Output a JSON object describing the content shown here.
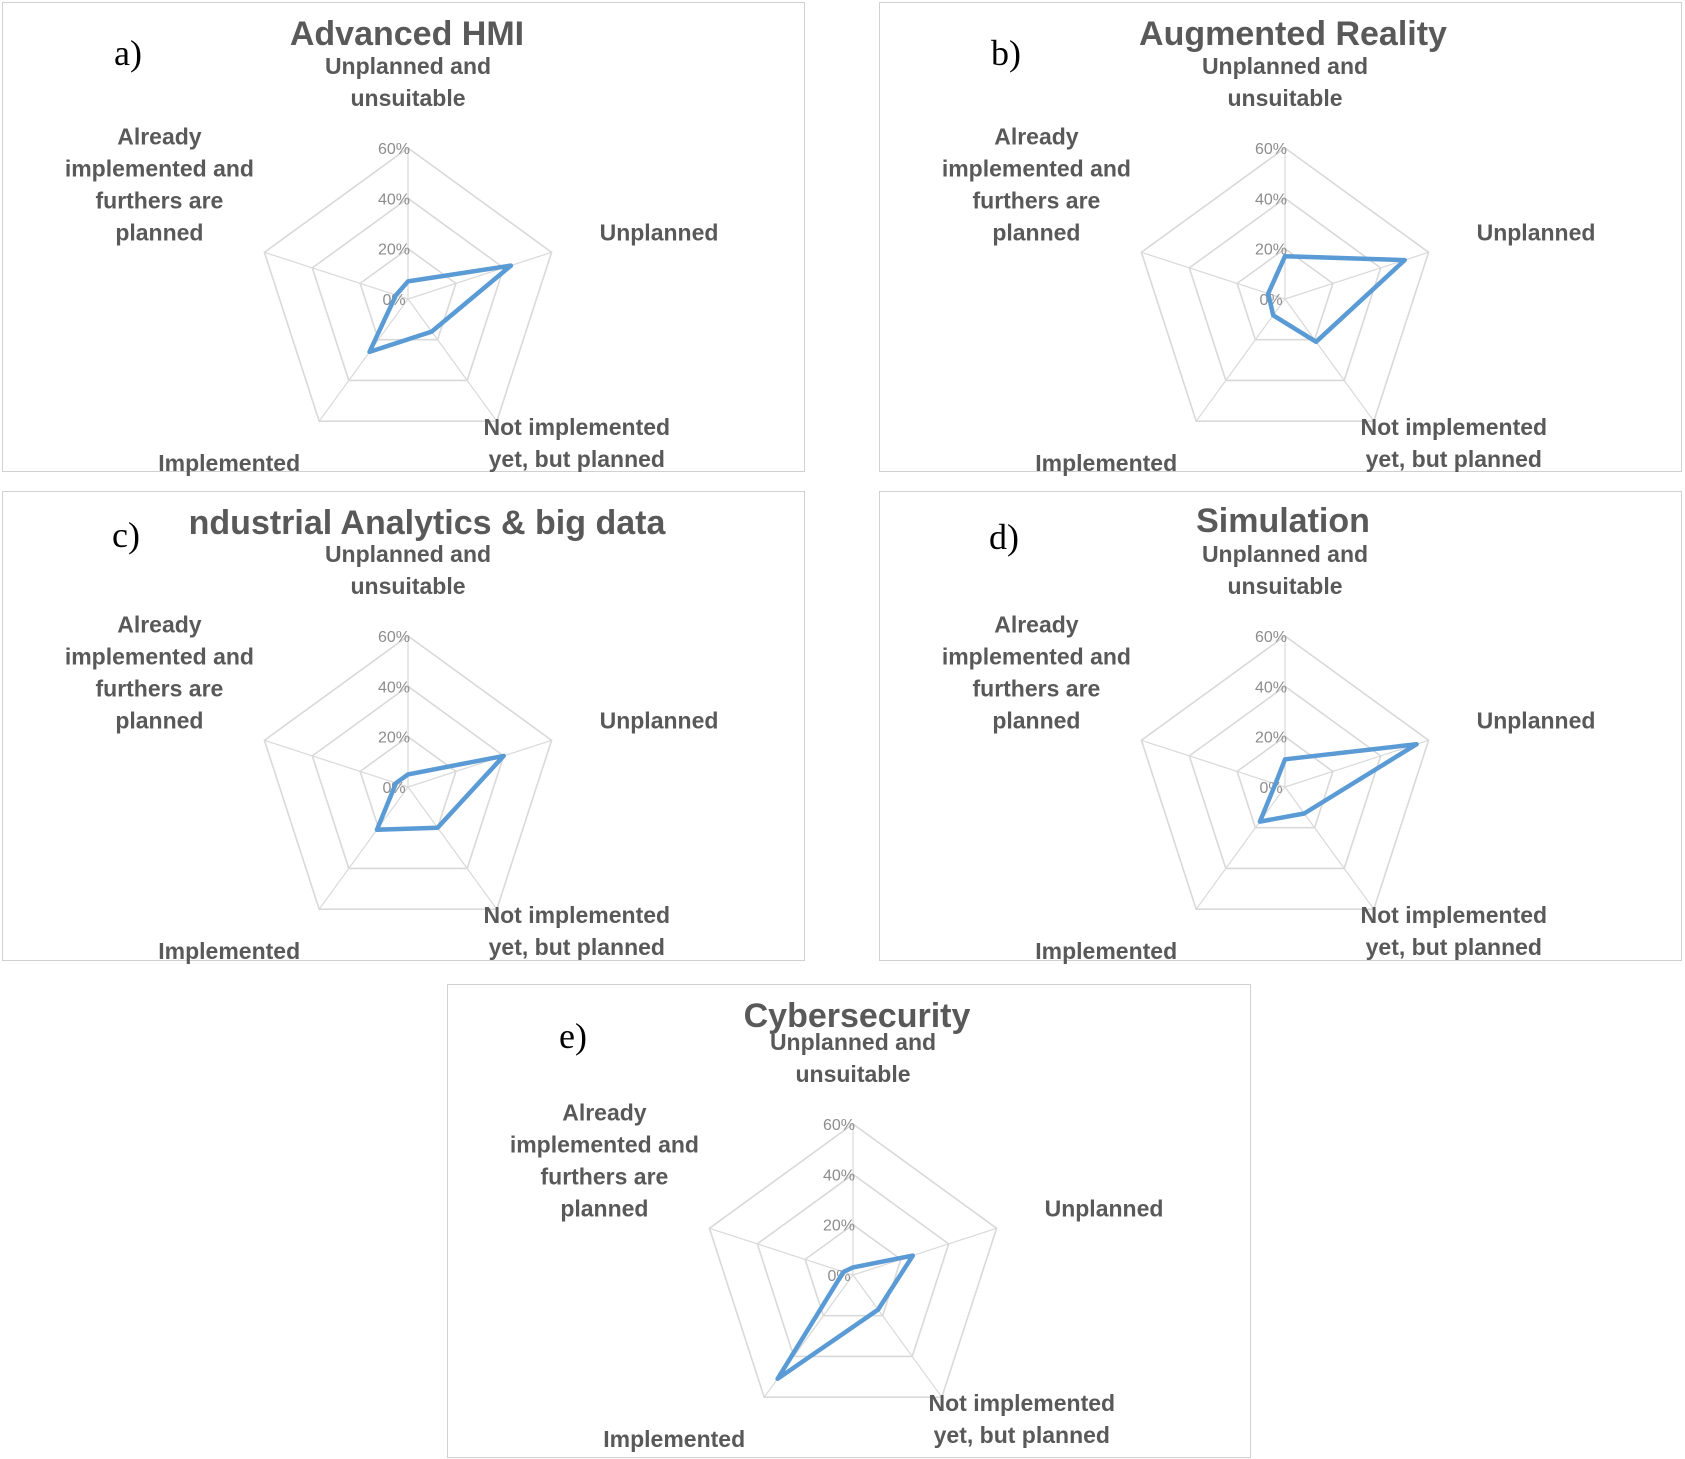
{
  "chart_data": [
    {
      "type": "radar",
      "panel": "a)",
      "title": "Advanced HMI",
      "axes": [
        "Unplanned and unsuitable",
        "Unplanned",
        "Not implemented yet, but planned",
        "Implemented",
        "Already implemented and furthers are planned"
      ],
      "axis_label_lines": [
        [
          "Unplanned and",
          "unsuitable"
        ],
        [
          "Unplanned"
        ],
        [
          "Not implemented",
          "yet, but planned"
        ],
        [
          "Implemented"
        ],
        [
          "Already",
          "implemented and",
          "furthers are",
          "planned"
        ]
      ],
      "ticks": [
        "0%",
        "20%",
        "40%",
        "60%"
      ],
      "rmax": 60,
      "values": [
        7,
        43,
        16,
        26,
        5
      ],
      "line_color": "#5b9bd5"
    },
    {
      "type": "radar",
      "panel": "b)",
      "title": "Augmented Reality",
      "axes": [
        "Unplanned and unsuitable",
        "Unplanned",
        "Not implemented yet, but planned",
        "Implemented",
        "Already implemented and furthers are planned"
      ],
      "axis_label_lines": [
        [
          "Unplanned and",
          "unsuitable"
        ],
        [
          "Unplanned"
        ],
        [
          "Not implemented",
          "yet, but planned"
        ],
        [
          "Implemented"
        ],
        [
          "Already",
          "implemented and",
          "furthers are",
          "planned"
        ]
      ],
      "ticks": [
        "0%",
        "20%",
        "40%",
        "60%"
      ],
      "rmax": 60,
      "values": [
        17,
        50,
        21,
        8,
        7
      ],
      "line_color": "#5b9bd5"
    },
    {
      "type": "radar",
      "panel": "c)",
      "title": "ndustrial Analytics & big data",
      "axes": [
        "Unplanned and unsuitable",
        "Unplanned",
        "Not implemented yet, but planned",
        "Implemented",
        "Already implemented and furthers are planned"
      ],
      "axis_label_lines": [
        [
          "Unplanned and",
          "unsuitable"
        ],
        [
          "Unplanned"
        ],
        [
          "Not implemented",
          "yet, but planned"
        ],
        [
          "Implemented"
        ],
        [
          "Already",
          "implemented and",
          "furthers are",
          "planned"
        ]
      ],
      "ticks": [
        "0%",
        "20%",
        "40%",
        "60%"
      ],
      "rmax": 60,
      "values": [
        5,
        40,
        20,
        21,
        5
      ],
      "line_color": "#5b9bd5"
    },
    {
      "type": "radar",
      "panel": "d)",
      "title": "Simulation",
      "axes": [
        "Unplanned and unsuitable",
        "Unplanned",
        "Not implemented yet, but planned",
        "Implemented",
        "Already implemented and furthers are planned"
      ],
      "axis_label_lines": [
        [
          "Unplanned and",
          "unsuitable"
        ],
        [
          "Unplanned"
        ],
        [
          "Not implemented",
          "yet, but planned"
        ],
        [
          "Implemented"
        ],
        [
          "Already",
          "implemented and",
          "furthers are",
          "planned"
        ]
      ],
      "ticks": [
        "0%",
        "20%",
        "40%",
        "60%"
      ],
      "rmax": 60,
      "values": [
        11,
        55,
        13,
        17,
        4
      ],
      "line_color": "#5b9bd5"
    },
    {
      "type": "radar",
      "panel": "e)",
      "title": "Cybersecurity",
      "axes": [
        "Unplanned and unsuitable",
        "Unplanned",
        "Not implemented yet, but planned",
        "Implemented",
        "Already implemented and furthers are planned"
      ],
      "axis_label_lines": [
        [
          "Unplanned and",
          "unsuitable"
        ],
        [
          "Unplanned"
        ],
        [
          "Not implemented",
          "yet, but planned"
        ],
        [
          "Implemented"
        ],
        [
          "Already",
          "implemented and",
          "furthers are",
          "planned"
        ]
      ],
      "ticks": [
        "0%",
        "20%",
        "40%",
        "60%"
      ],
      "rmax": 60,
      "values": [
        3,
        25,
        17,
        51,
        4
      ],
      "line_color": "#5b9bd5"
    }
  ]
}
